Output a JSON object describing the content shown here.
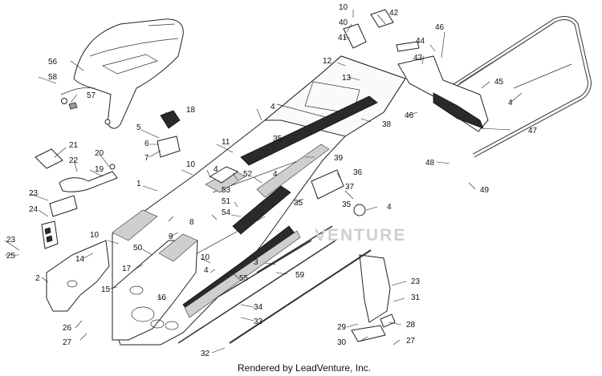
{
  "diagram": {
    "watermark": "VENTURE",
    "footer": "Rendered by LeadVenture, Inc.",
    "callouts": [
      {
        "label": "10"
      },
      {
        "label": "40"
      },
      {
        "label": "42"
      },
      {
        "label": "41"
      },
      {
        "label": "46"
      },
      {
        "label": "44"
      },
      {
        "label": "43"
      },
      {
        "label": "12"
      },
      {
        "label": "13"
      },
      {
        "label": "45"
      },
      {
        "label": "4"
      },
      {
        "label": "46"
      },
      {
        "label": "47"
      },
      {
        "label": "56"
      },
      {
        "label": "58"
      },
      {
        "label": "57"
      },
      {
        "label": "18"
      },
      {
        "label": "4"
      },
      {
        "label": "38"
      },
      {
        "label": "5"
      },
      {
        "label": "6"
      },
      {
        "label": "7"
      },
      {
        "label": "11"
      },
      {
        "label": "39"
      },
      {
        "label": "35"
      },
      {
        "label": "21"
      },
      {
        "label": "20"
      },
      {
        "label": "22"
      },
      {
        "label": "19"
      },
      {
        "label": "10"
      },
      {
        "label": "4"
      },
      {
        "label": "52"
      },
      {
        "label": "4"
      },
      {
        "label": "53"
      },
      {
        "label": "35"
      },
      {
        "label": "36"
      },
      {
        "label": "48"
      },
      {
        "label": "49"
      },
      {
        "label": "1"
      },
      {
        "label": "23"
      },
      {
        "label": "24"
      },
      {
        "label": "51"
      },
      {
        "label": "37"
      },
      {
        "label": "35"
      },
      {
        "label": "54"
      },
      {
        "label": "8"
      },
      {
        "label": "4"
      },
      {
        "label": "23"
      },
      {
        "label": "25"
      },
      {
        "label": "10"
      },
      {
        "label": "9"
      },
      {
        "label": "50"
      },
      {
        "label": "14"
      },
      {
        "label": "17"
      },
      {
        "label": "2"
      },
      {
        "label": "10"
      },
      {
        "label": "3"
      },
      {
        "label": "4"
      },
      {
        "label": "59"
      },
      {
        "label": "55"
      },
      {
        "label": "15"
      },
      {
        "label": "16"
      },
      {
        "label": "23"
      },
      {
        "label": "31"
      },
      {
        "label": "34"
      },
      {
        "label": "33"
      },
      {
        "label": "26"
      },
      {
        "label": "27"
      },
      {
        "label": "29"
      },
      {
        "label": "28"
      },
      {
        "label": "30"
      },
      {
        "label": "27"
      },
      {
        "label": "32"
      }
    ]
  }
}
